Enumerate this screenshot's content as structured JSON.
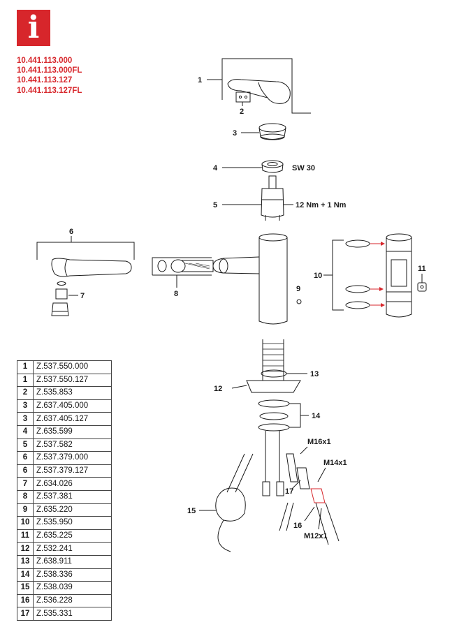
{
  "header": {
    "info_icon": "info-icon",
    "info_glyph": "i",
    "accent_color": "#d7262b",
    "models": [
      "10.441.113.000",
      "10.441.113.000FL",
      "10.441.113.127",
      "10.441.113.127FL"
    ]
  },
  "callouts": {
    "c1": "1",
    "c2": "2",
    "c3": "3",
    "c4": "4",
    "c5": "5",
    "c6": "6",
    "c7": "7",
    "c8": "8",
    "c9": "9",
    "c10": "10",
    "c11": "11",
    "c12": "12",
    "c13": "13",
    "c14": "14",
    "c15": "15",
    "c16": "16",
    "c17": "17",
    "sw30": "SW 30",
    "torque": "12 Nm + 1 Nm",
    "m16": "M16x1",
    "m14": "M14x1",
    "m12": "M12x1"
  },
  "parts": [
    {
      "pos": "1",
      "ref": "Z.537.550.000"
    },
    {
      "pos": "1",
      "ref": "Z.537.550.127"
    },
    {
      "pos": "2",
      "ref": "Z.535.853"
    },
    {
      "pos": "3",
      "ref": "Z.637.405.000"
    },
    {
      "pos": "3",
      "ref": "Z.637.405.127"
    },
    {
      "pos": "4",
      "ref": "Z.635.599"
    },
    {
      "pos": "5",
      "ref": "Z.537.582"
    },
    {
      "pos": "6",
      "ref": "Z.537.379.000"
    },
    {
      "pos": "6",
      "ref": "Z.537.379.127"
    },
    {
      "pos": "7",
      "ref": "Z.634.026"
    },
    {
      "pos": "8",
      "ref": "Z.537.381"
    },
    {
      "pos": "9",
      "ref": "Z.635.220"
    },
    {
      "pos": "10",
      "ref": "Z.535.950"
    },
    {
      "pos": "11",
      "ref": "Z.635.225"
    },
    {
      "pos": "12",
      "ref": "Z.532.241"
    },
    {
      "pos": "13",
      "ref": "Z.638.911"
    },
    {
      "pos": "14",
      "ref": "Z.538.336"
    },
    {
      "pos": "15",
      "ref": "Z.538.039"
    },
    {
      "pos": "16",
      "ref": "Z.536.228"
    },
    {
      "pos": "17",
      "ref": "Z.535.331"
    }
  ]
}
